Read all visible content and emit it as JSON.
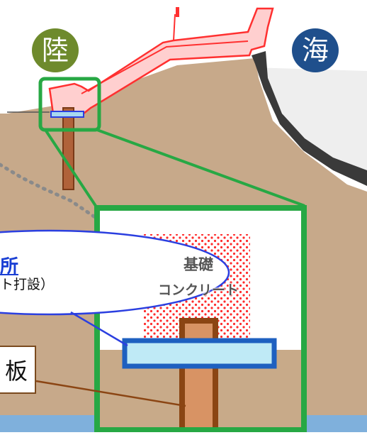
{
  "labels": {
    "land": "陸",
    "sea": "海",
    "callout_title": "所",
    "callout_sub": "ト打設）",
    "concrete_line1": "基礎",
    "concrete_line2": "コンクリート",
    "label_box": "板"
  },
  "colors": {
    "land_badge": "#6e8a2c",
    "sea_badge": "#1f4f8c",
    "ground": "#c8aa89",
    "embankment": "#ff5a5a",
    "highlight_frame": "#27a844",
    "callout_outline": "#2b3fe0",
    "footing_plate": "#a8e4f5",
    "pile": "#c8824a",
    "water": "#7fb0dc"
  }
}
